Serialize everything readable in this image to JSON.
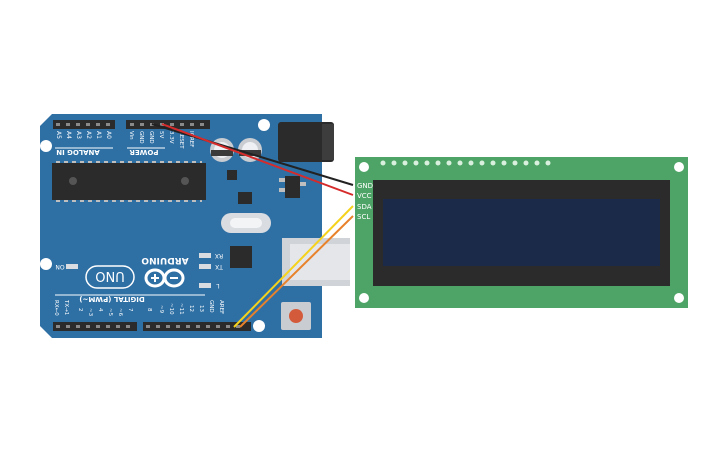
{
  "arduino": {
    "analog_group_label": "ANALOG IN",
    "power_group_label": "POWER",
    "digital_group_label": "DIGITAL (PWM~)",
    "brand_label": "ARDUINO",
    "model_label": "UNO",
    "on_label": "ON",
    "led_labels": {
      "rx": "RX",
      "tx": "TX",
      "l": "L"
    },
    "analog_pins": [
      "A0",
      "A1",
      "A2",
      "A3",
      "A4",
      "A5"
    ],
    "power_pins": [
      "IOREF",
      "RESET",
      "3.3V",
      "5V",
      "GND",
      "GND",
      "Vin"
    ],
    "digital_pins": [
      "AREF",
      "GND",
      "13",
      "12",
      "~11",
      "~10",
      "~9",
      "8",
      "7",
      "~6",
      "~5",
      "4",
      "~3",
      "2",
      "TX→1",
      "RX←0"
    ],
    "board_color": "#2e6fa4"
  },
  "lcd": {
    "pin_labels": [
      "GND",
      "VCC",
      "SDA",
      "SCL"
    ],
    "pcb_color": "#4ea466",
    "screen_color": "#1c2a4a"
  },
  "wires": [
    {
      "from": "GND",
      "to": "GND",
      "color": "#222222"
    },
    {
      "from": "5V",
      "to": "VCC",
      "color": "#d62b2b"
    },
    {
      "from": "SDA",
      "to": "SDA",
      "color": "#f5d21c"
    },
    {
      "from": "SCL",
      "to": "SCL",
      "color": "#e8822a"
    }
  ]
}
